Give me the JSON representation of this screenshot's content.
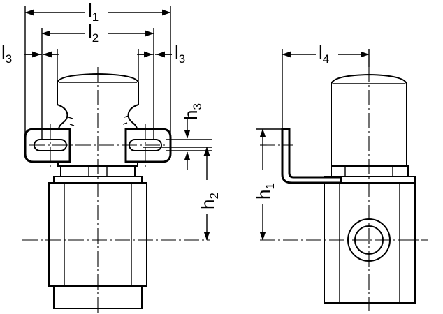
{
  "figure": {
    "left_view": "front-view-bracket",
    "right_view": "side-view-bracket"
  },
  "dimensions": {
    "l1": {
      "base": "l",
      "sub": "1"
    },
    "l2": {
      "base": "l",
      "sub": "2"
    },
    "l3": {
      "base": "l",
      "sub": "3"
    },
    "l4": {
      "base": "l",
      "sub": "4"
    },
    "h1": {
      "base": "h",
      "sub": "1"
    },
    "h2": {
      "base": "h",
      "sub": "2"
    },
    "h3": {
      "base": "h",
      "sub": "3"
    }
  },
  "colors": {
    "line": "#000000",
    "background": "#ffffff"
  }
}
